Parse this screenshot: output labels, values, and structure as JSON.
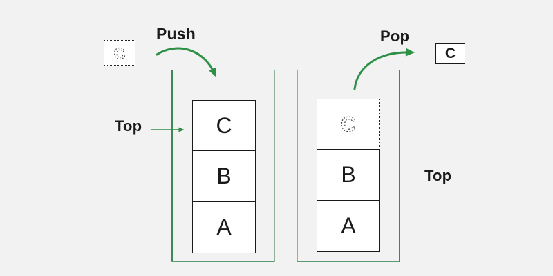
{
  "colors": {
    "background": "#f2f2f2",
    "arrow_green": "#2e8f47",
    "container_dark_green": "#3e8757",
    "container_mid_green": "#5d9a72",
    "container_light_green": "#8fb29a",
    "box_border": "#1a1a1a",
    "box_fill": "#ffffff",
    "ghost_stroke": "#444444",
    "text_color": "#1a1a1a"
  },
  "labels": {
    "push": "Push",
    "pop": "Pop",
    "top_left": "Top",
    "top_right": "Top"
  },
  "push_side": {
    "incoming_item": "C",
    "stack": [
      "C",
      "B",
      "A"
    ]
  },
  "pop_side": {
    "ghost_item": "C",
    "stack": [
      "B",
      "A"
    ],
    "popped_item": "C"
  }
}
